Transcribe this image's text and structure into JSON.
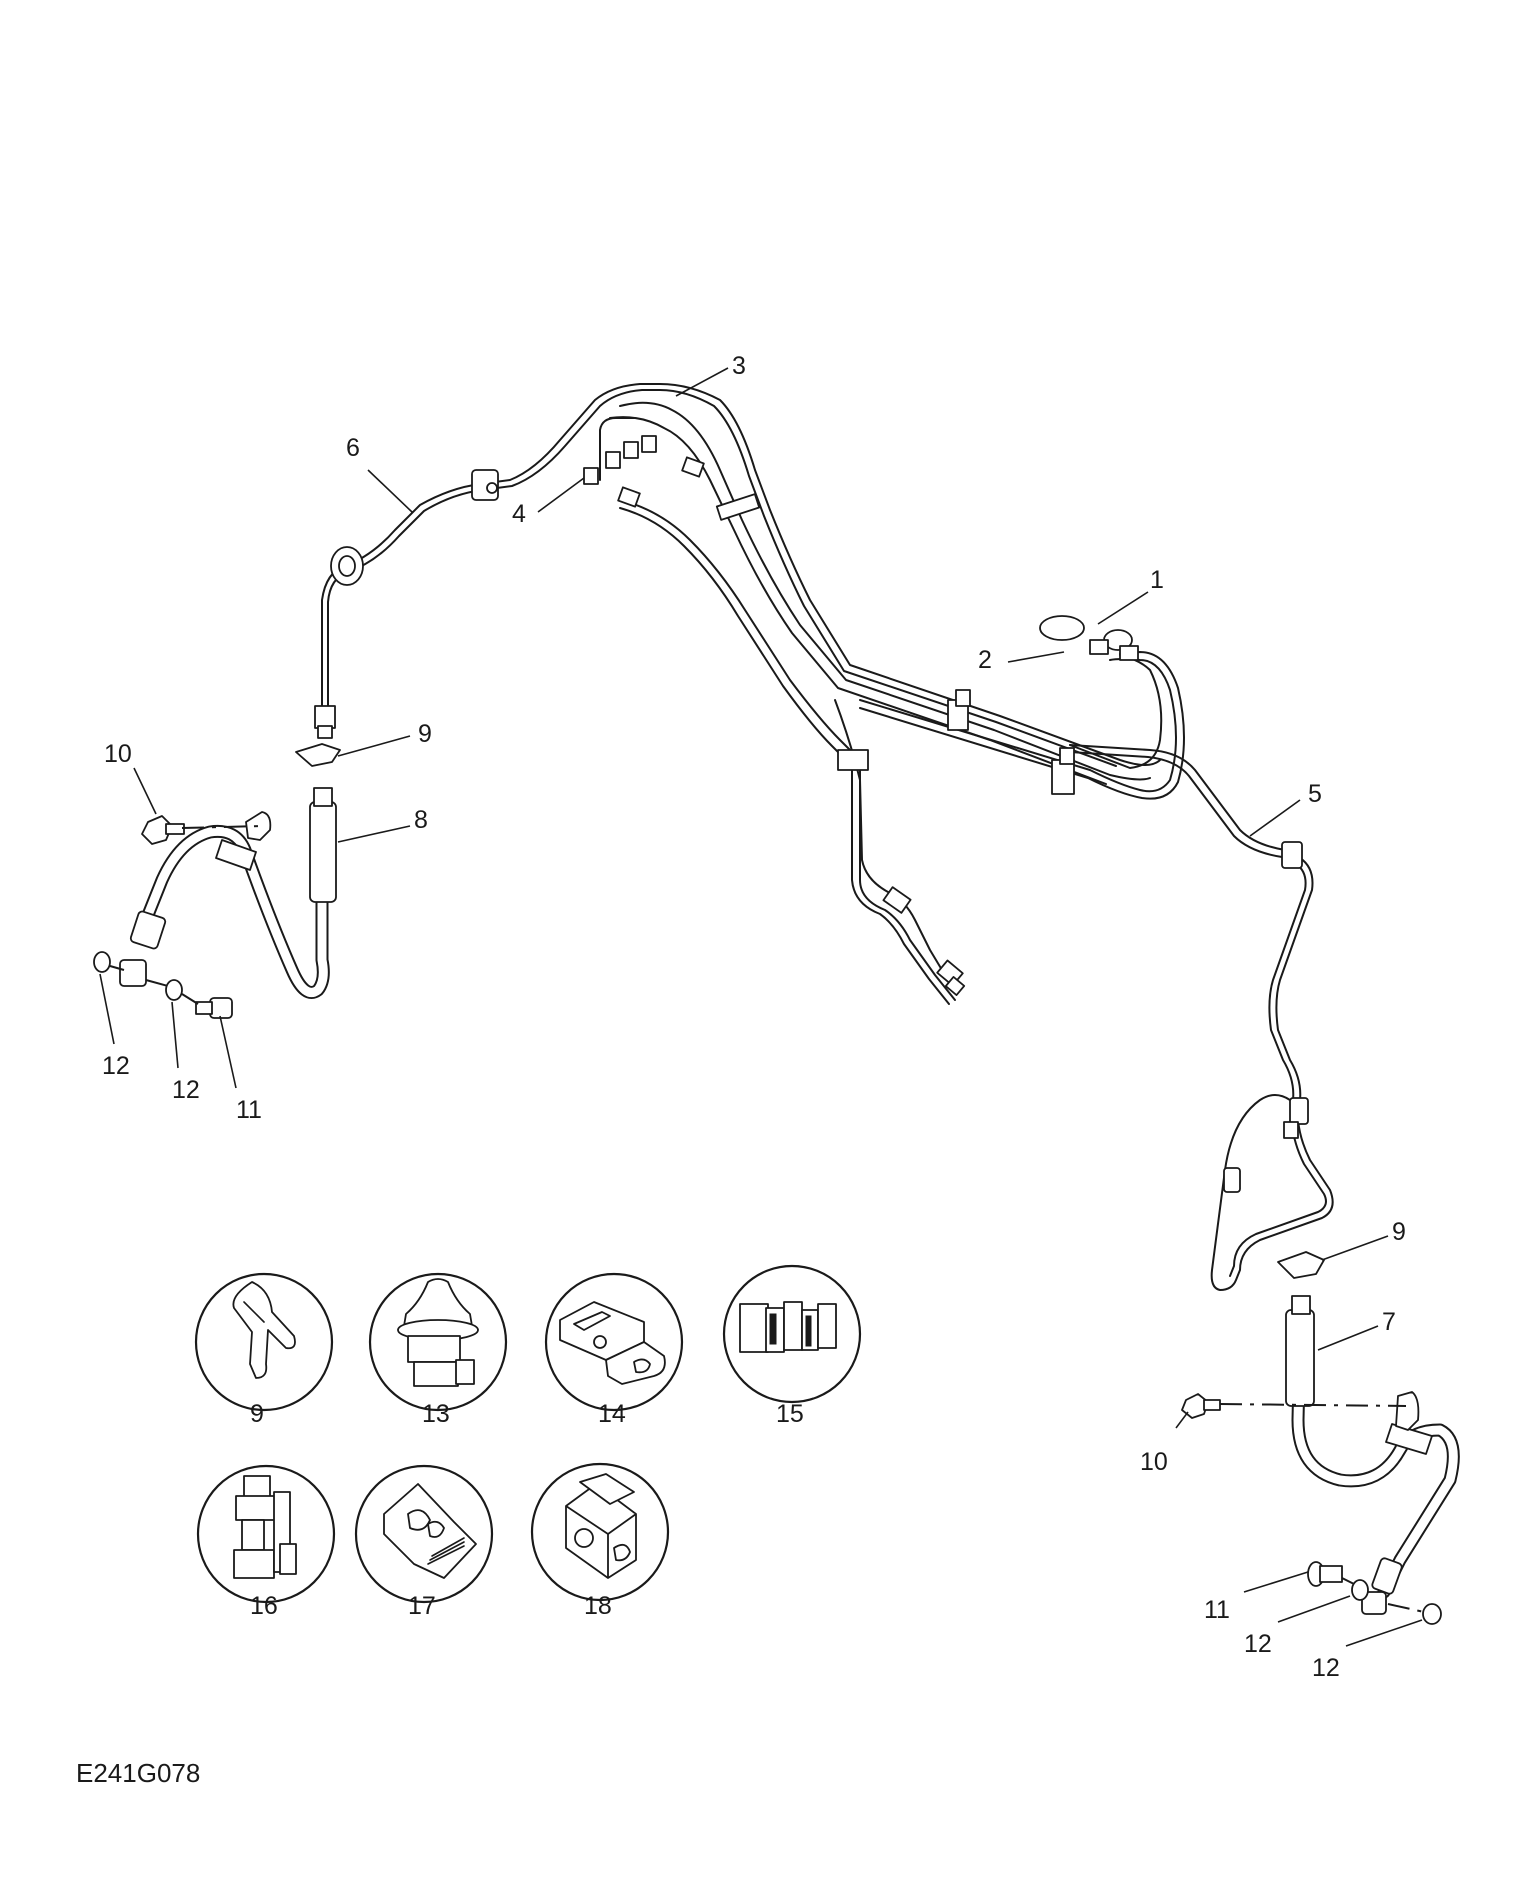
{
  "figure_code": "E241G078",
  "callouts": {
    "c1": "1",
    "c2": "2",
    "c3": "3",
    "c4": "4",
    "c5": "5",
    "c6": "6",
    "c7": "7",
    "c8": "8",
    "c9a": "9",
    "c9b": "9",
    "c10a": "10",
    "c10b": "10",
    "c11a": "11",
    "c11b": "11",
    "c12a": "12",
    "c12b": "12",
    "c12c": "12",
    "c12d": "12"
  },
  "inset_parts": [
    {
      "label": "9",
      "icon": "spring-clip-icon"
    },
    {
      "label": "13",
      "icon": "push-rivet-clip-icon"
    },
    {
      "label": "14",
      "icon": "double-pipe-clip-icon"
    },
    {
      "label": "15",
      "icon": "pipe-grommet-strip-icon"
    },
    {
      "label": "16",
      "icon": "stacked-clip-icon"
    },
    {
      "label": "17",
      "icon": "pipe-retainer-clip-icon"
    },
    {
      "label": "18",
      "icon": "block-clip-icon"
    }
  ],
  "colors": {
    "ink": "#1a1a1a",
    "background": "#ffffff"
  }
}
